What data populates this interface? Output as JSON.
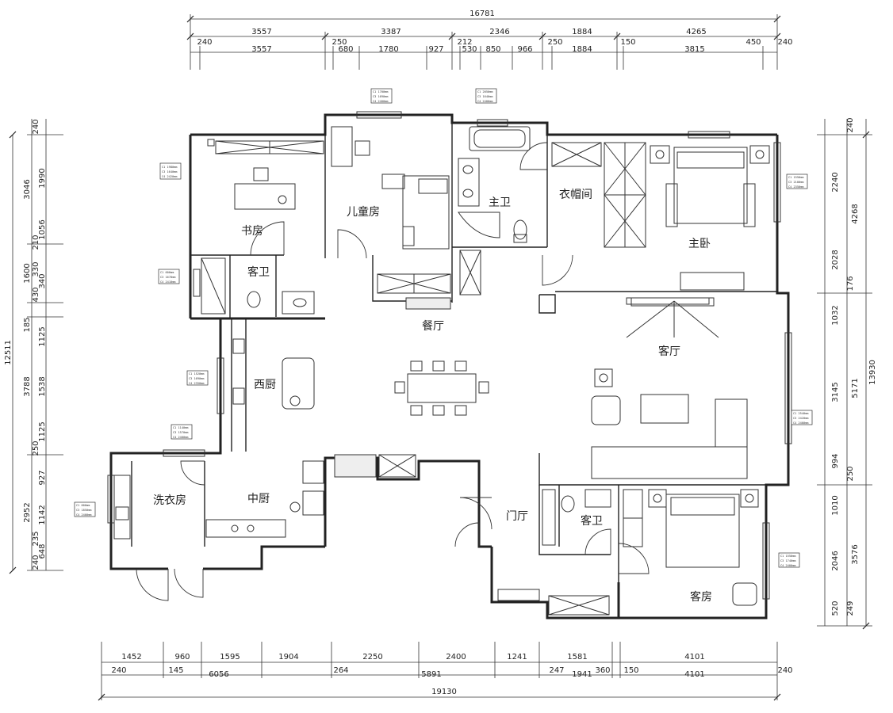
{
  "rooms": {
    "study": "书房",
    "kids_room": "儿童房",
    "master_bath": "主卫",
    "walk_in_closet": "衣帽间",
    "master_bedroom": "主卧",
    "guest_bath_top": "客卫",
    "dining": "餐厅",
    "living": "客厅",
    "western_kitchen": "西厨",
    "laundry": "洗衣房",
    "chinese_kitchen": "中厨",
    "entry": "门厅",
    "guest_bath_bottom": "客卫",
    "guest_room": "客房"
  },
  "dimensions": {
    "top_total": "16781",
    "top_row1": [
      "3557",
      "3387",
      "2346",
      "1884",
      "4265"
    ],
    "top_row2": [
      "240",
      "3557",
      "250",
      "680",
      "1780",
      "927",
      "212",
      "530",
      "850",
      "966",
      "250",
      "1884",
      "150",
      "3815",
      "450",
      "240"
    ],
    "bottom_row1": [
      "1452",
      "960",
      "1595",
      "1904",
      "2250",
      "2400",
      "1241",
      "1581",
      "4101"
    ],
    "bottom_row2": [
      "240",
      "145",
      "6056",
      "264",
      "5891",
      "247",
      "1941",
      "360",
      "150",
      "4101",
      "240"
    ],
    "bottom_total": "19130",
    "left_total": "12511",
    "left_col_segments": [
      "3046",
      "1600",
      "185",
      "3788",
      "2952"
    ],
    "left_col_details": [
      "240",
      "1990",
      "1056",
      "210",
      "330",
      "340",
      "430",
      "1125",
      "1538",
      "1125",
      "250",
      "927",
      "1142",
      "235",
      "648",
      "240"
    ],
    "right_total": "13930",
    "right_col_segments": [
      "4268",
      "5171",
      "3576"
    ],
    "right_col_details": [
      "240",
      "2240",
      "2028",
      "176",
      "1032",
      "3145",
      "994",
      "250",
      "1010",
      "2046",
      "520",
      "249"
    ]
  },
  "tags": {
    "study_window": [
      "C1 1980mm",
      "C3 1640mm",
      "C4 2420mm"
    ],
    "kids_window": [
      "C1 1700mm",
      "C3 1690mm",
      "C4 2400mm"
    ],
    "bath_window": [
      "C1 2050mm",
      "C3 1640mm",
      "C4 2400mm"
    ],
    "master_window": [
      "C1 1550mm",
      "C3 2100mm",
      "C4 2350mm"
    ],
    "guestbath_window": [
      "C1 600mm",
      "C3 1670mm",
      "C4 2410mm"
    ],
    "kitchen_window": [
      "C1 1520mm",
      "C3 1690mm",
      "C4 2350mm"
    ],
    "corridor_window": [
      "C1 1140mm",
      "C3 1570mm",
      "C4 2400mm"
    ],
    "laundry_window": [
      "C1 600mm",
      "C3 1850mm",
      "C4 2400mm"
    ],
    "living_window": [
      "C1 2540mm",
      "C3 2420mm",
      "C4 2400mm"
    ],
    "guestroom_window": [
      "C1 1550mm",
      "C3 1740mm",
      "C4 2400mm"
    ]
  }
}
